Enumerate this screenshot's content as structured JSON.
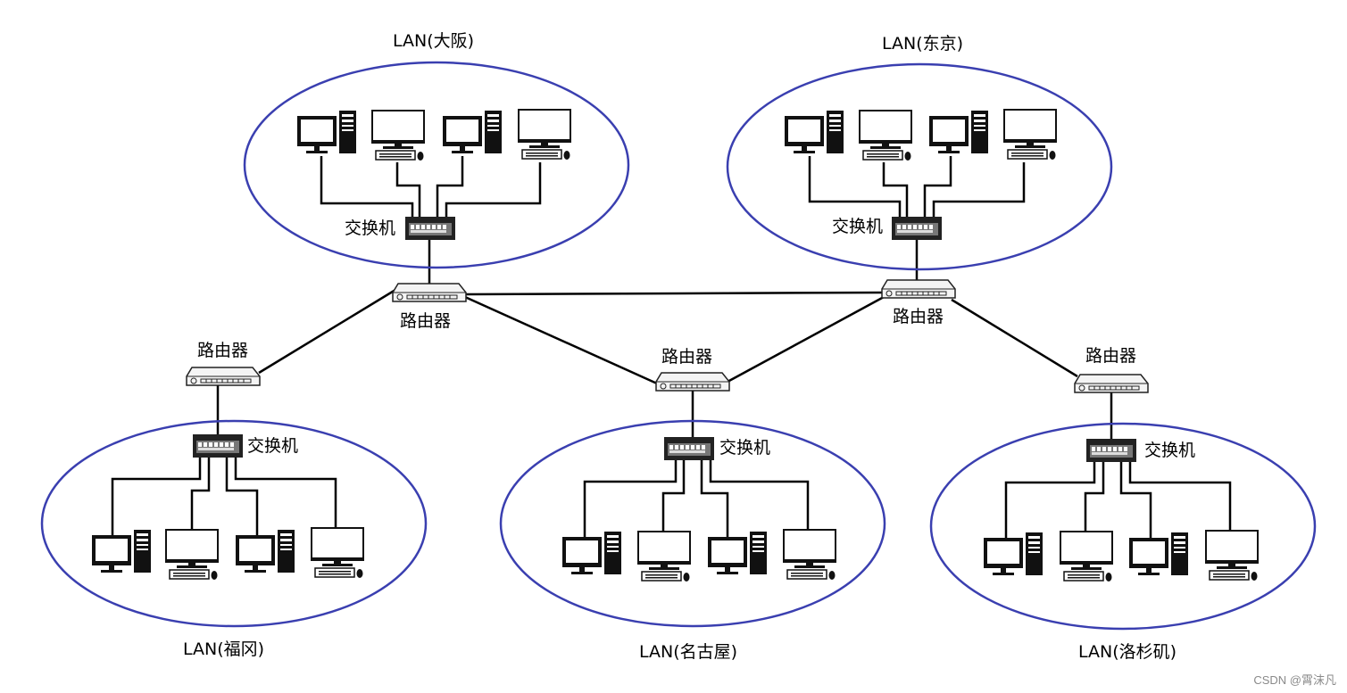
{
  "lans": [
    {
      "id": "osaka",
      "name": "LAN(大阪)",
      "switch_label": "交换机"
    },
    {
      "id": "tokyo",
      "name": "LAN(东京)",
      "switch_label": "交换机"
    },
    {
      "id": "fukuoka",
      "name": "LAN(福冈)",
      "switch_label": "交换机"
    },
    {
      "id": "nagoya",
      "name": "LAN(名古屋)",
      "switch_label": "交换机"
    },
    {
      "id": "la",
      "name": "LAN(洛杉矶)",
      "switch_label": "交换机"
    }
  ],
  "routers": [
    {
      "id": "r-osaka",
      "label": "路由器"
    },
    {
      "id": "r-tokyo",
      "label": "路由器"
    },
    {
      "id": "r-fukuoka",
      "label": "路由器"
    },
    {
      "id": "r-nagoya",
      "label": "路由器"
    },
    {
      "id": "r-la",
      "label": "路由器"
    }
  ],
  "colors": {
    "ellipse": "#3a3fb0",
    "line": "#000000",
    "switch": "#333333",
    "router": "#f2f2f2"
  },
  "watermark": "CSDN @霄沫凡"
}
